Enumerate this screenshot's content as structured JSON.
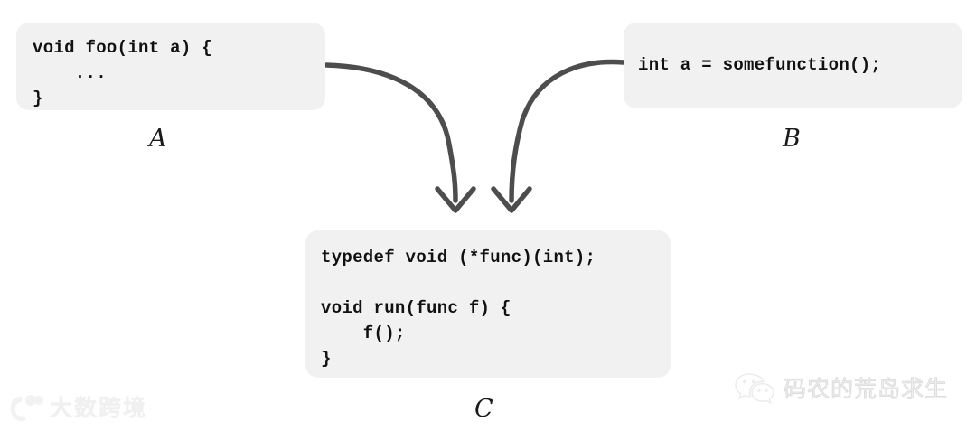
{
  "diagram": {
    "title": "function pointer callback diagram",
    "background_color": "#ffffff",
    "box_fill_color": "#f1f1f1",
    "arrow_color": "#4d4d4d",
    "code_color": "#111111"
  },
  "boxes": {
    "a": {
      "id": "A",
      "label": "A",
      "code": "void foo(int a) {\n    ...\n}"
    },
    "b": {
      "id": "B",
      "label": "B",
      "code": "int a = somefunction();"
    },
    "c": {
      "id": "C",
      "label": "C",
      "code": "typedef void (*func)(int);\n\nvoid run(func f) {\n    f();\n}"
    }
  },
  "arrows": [
    {
      "name": "arrow-a-to-c",
      "from": "A",
      "to": "C"
    },
    {
      "name": "arrow-b-to-c",
      "from": "B",
      "to": "C"
    }
  ],
  "watermarks": {
    "left": {
      "text": "大数跨境",
      "icon": "brand-logo-icon"
    },
    "right": {
      "text": "码农的荒岛求生",
      "icon": "wechat-icon"
    }
  }
}
